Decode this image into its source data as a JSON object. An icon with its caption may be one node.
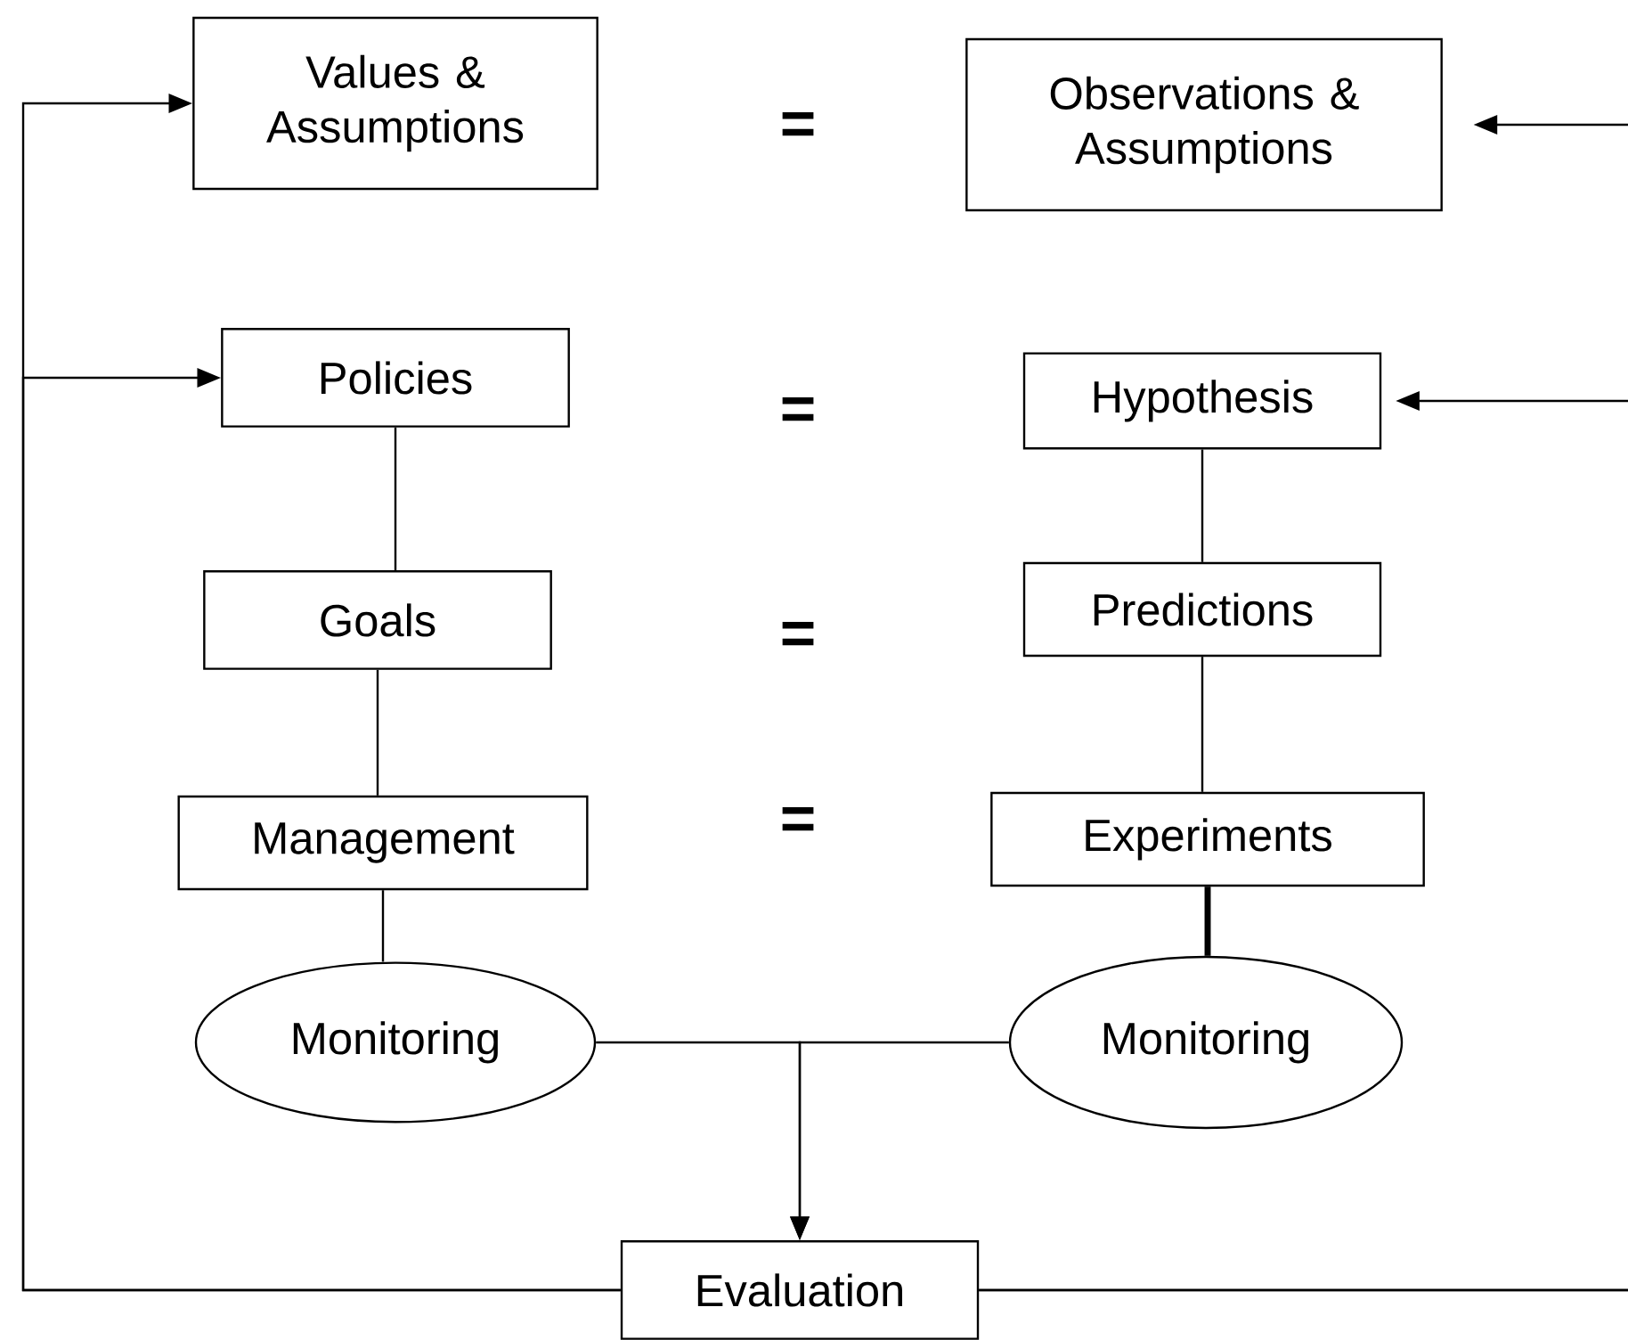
{
  "diagram": {
    "nodes": [
      {
        "text": [
          "Values & Assumptions"
        ]
      },
      {
        "text": [
          "Observations & Assumptions"
        ]
      },
      {
        "text": [
          "Policies"
        ]
      },
      {
        "text": [
          "Hypothesis"
        ]
      },
      {
        "text": [
          "Goals"
        ]
      },
      {
        "text": [
          "Predictions"
        ]
      },
      {
        "text": [
          "Management"
        ]
      },
      {
        "text": [
          "Experiments"
        ]
      },
      {
        "text": [
          "Monitoring"
        ]
      },
      {
        "text": [
          "Monitoring"
        ]
      },
      {
        "text": [
          "Evaluation"
        ]
      }
    ],
    "edges": [
      {
        "from": 2,
        "to": 4,
        "arrow": "none"
      },
      {
        "from": 4,
        "to": 6,
        "arrow": "none"
      },
      {
        "from": 6,
        "to": 8,
        "arrow": "none"
      },
      {
        "from": 3,
        "to": 5,
        "arrow": "none"
      },
      {
        "from": 5,
        "to": 7,
        "arrow": "none"
      },
      {
        "from": 7,
        "to": 9,
        "arrow": "none",
        "style": "thick"
      },
      {
        "from": 8,
        "to": 10,
        "arrow": "to"
      },
      {
        "from": 9,
        "to": 10,
        "arrow": "to"
      },
      {
        "from": 10,
        "to": 0,
        "arrow": "to"
      },
      {
        "from": 10,
        "to": 2,
        "arrow": "to"
      },
      {
        "from": 10,
        "to": 1,
        "arrow": "to"
      },
      {
        "from": 10,
        "to": 3,
        "arrow": "to"
      }
    ],
    "labels": [
      "=",
      "=",
      "=",
      "="
    ]
  }
}
